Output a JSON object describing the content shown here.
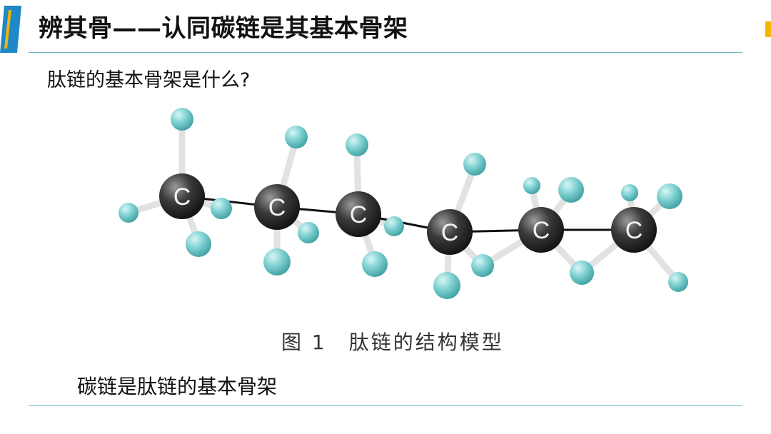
{
  "slide": {
    "title": "辨其骨——认同碳链是其基本骨架",
    "question": "肽链的基本骨架是什么?",
    "caption": "图 1　肽链的结构模型",
    "answer": "碳链是肽链的基本骨架"
  },
  "model": {
    "carbon_label": "C",
    "carbon_count": 6,
    "carbon_color": "#3a3a3a",
    "hydrogen_color": "#7ccfd0",
    "bond_color": "#e2e2e2"
  },
  "colors": {
    "accent_blue": "#1e88c8",
    "accent_yellow": "#f5b400",
    "rule": "#6fb8c7"
  }
}
